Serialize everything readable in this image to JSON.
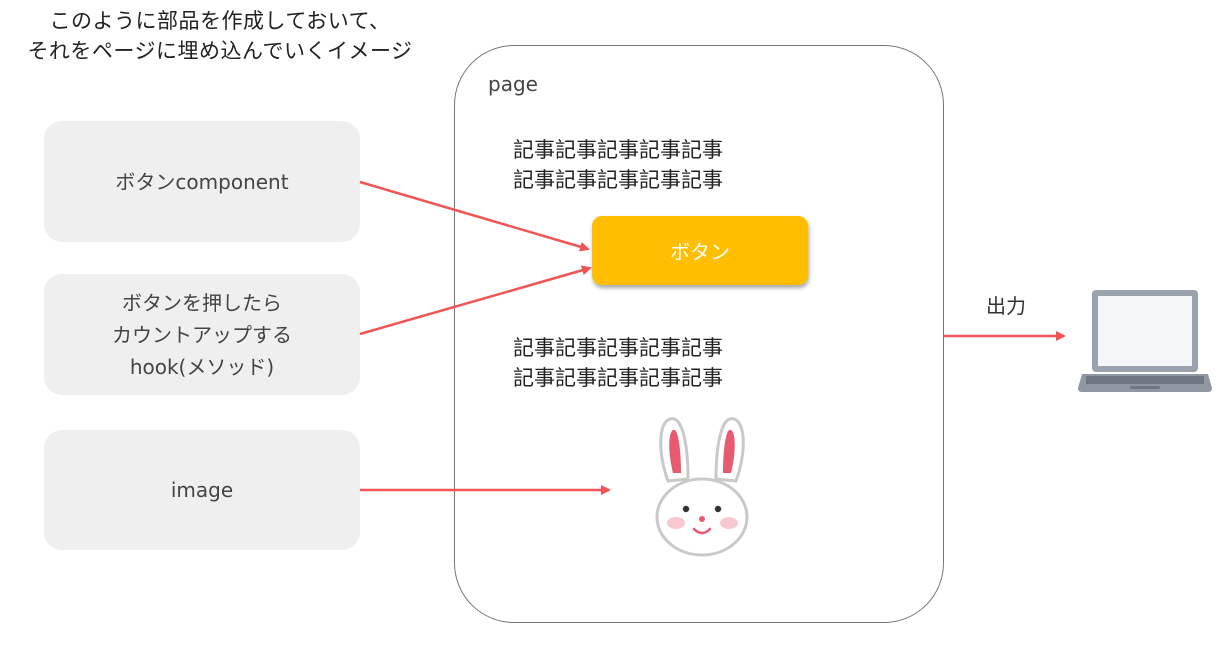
{
  "caption": {
    "line1": "このように部品を作成しておいて、",
    "line2": "それをページに埋め込んでいくイメージ"
  },
  "components": {
    "button_component": "ボタンcomponent",
    "hook": {
      "line1": "ボタンを押したら",
      "line2": "カウントアップする",
      "line3": "hook(メソッド)"
    },
    "image": "image"
  },
  "page": {
    "label": "page",
    "article_top": [
      "記事記事記事記事記事",
      "記事記事記事記事記事"
    ],
    "button_label": "ボタン",
    "article_bottom": [
      "記事記事記事記事記事",
      "記事記事記事記事記事"
    ]
  },
  "output": {
    "label": "出力"
  },
  "icons": {
    "rabbit": "rabbit-illustration-icon",
    "laptop": "laptop-icon"
  },
  "colors": {
    "arrow": "#f05454",
    "button": "#ffbf00",
    "component_bg": "#efefef"
  }
}
